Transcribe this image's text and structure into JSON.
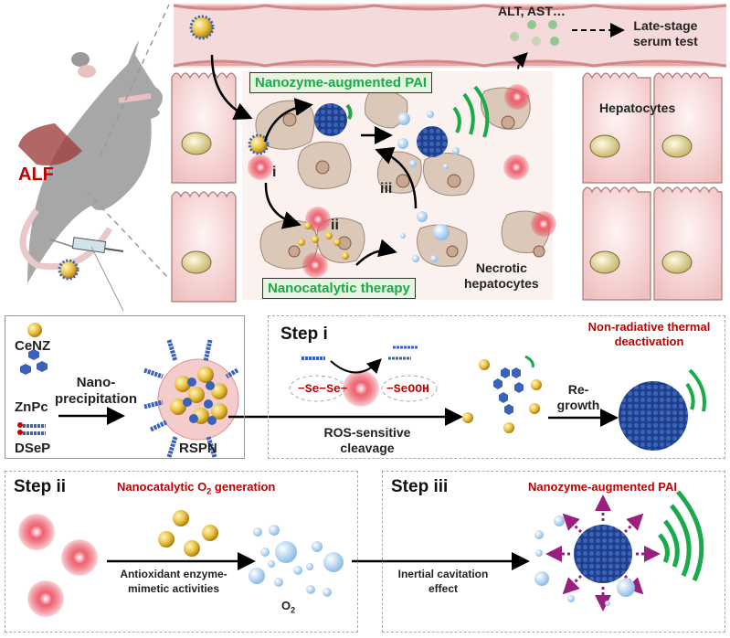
{
  "figure": {
    "mouse_label": "ALF",
    "top_scene": {
      "serum_markers": "ALT,  AST…",
      "serum_test": [
        "Late-stage",
        "serum test"
      ],
      "pai_box": "Nanozyme-augmented PAI",
      "therapy_box": "Nanocatalytic therapy",
      "hepatocytes": "Hepatocytes",
      "necrotic": [
        "Necrotic",
        "hepatocytes"
      ],
      "step_markers": [
        "i",
        "ii",
        "iii"
      ]
    },
    "synthesis_panel": {
      "components": [
        "CeNZ",
        "ZnPc",
        "DSeP"
      ],
      "process": [
        "Nano-",
        "precipitation"
      ],
      "product": "RSPN"
    },
    "step_i": {
      "title": "Step i",
      "bond_before": "−Se−Se−",
      "bond_after": "−SeOOH",
      "arrow_label": [
        "ROS-sensitive",
        "cleavage"
      ],
      "regrowth": [
        "Re-",
        "growth"
      ],
      "note": [
        "Non-radiative  thermal",
        "deactivation"
      ]
    },
    "step_ii": {
      "title": "Step ii",
      "note_pre": "Nanocatalytic  O",
      "note_sub": "2",
      "note_post": " generation",
      "arrow_label": [
        "Antioxidant enzyme-",
        "mimetic activities"
      ],
      "product": "O",
      "product_sub": "2"
    },
    "step_iii": {
      "title": "Step iii",
      "note": "Nanozyme-augmented  PAI",
      "arrow_label": [
        "Inertial cavitation",
        "effect"
      ]
    }
  },
  "colors": {
    "accent_red": "#c00000",
    "accent_green": "#1aaa4a",
    "nanozyme_blue": "#2a4f9a",
    "cenz_gold": "#e8c040",
    "bubble_blue": "#a8d0f0",
    "ros_red": "#e03040"
  }
}
